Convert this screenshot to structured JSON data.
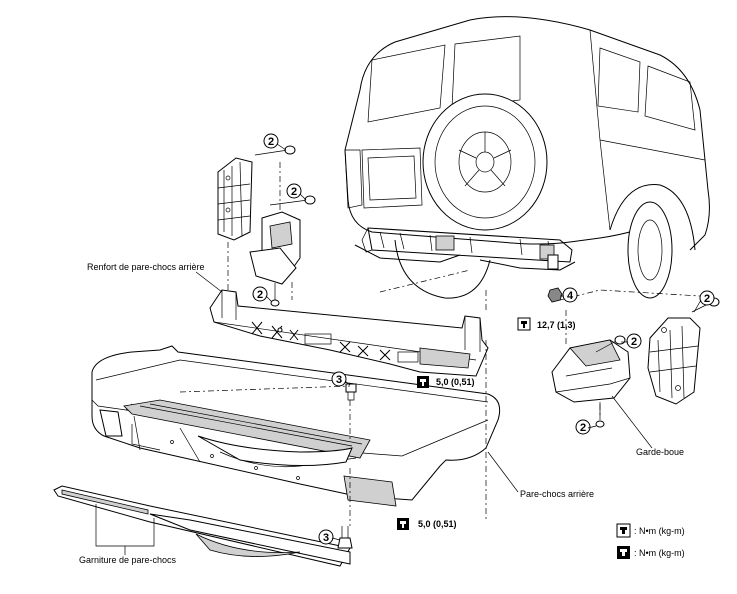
{
  "labels": {
    "reinforcement": "Renfort de pare-chocs arrière",
    "mudguard": "Garde-boue",
    "bumper": "Pare-chocs arrière",
    "trim": "Garniture de pare-chocs"
  },
  "callouts": {
    "c2a": "2",
    "c2b": "2",
    "c2c": "2",
    "c2d": "2",
    "c2e": "2",
    "c2f": "2",
    "c3a": "3",
    "c3b": "3",
    "c4": "4"
  },
  "torques": {
    "t_nut": "12,7 (1,3)",
    "t_bolt_top": "5,0 (0,51)",
    "t_bolt_bottom": "5,0 (0,51)"
  },
  "legend": {
    "item1": ": N•m (kg-m)",
    "item2": ": N•m (kg-m)"
  },
  "icons": {
    "torque_open": "torque-wrench-outline-icon",
    "torque_filled": "torque-wrench-filled-icon"
  }
}
